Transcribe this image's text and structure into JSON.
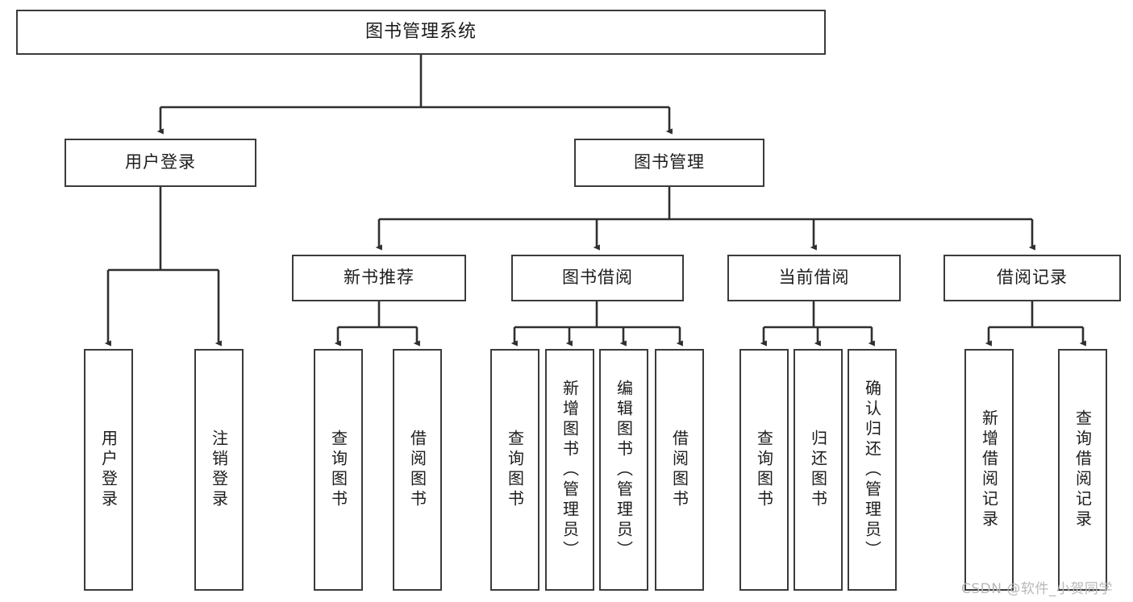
{
  "diagram": {
    "title": "图书管理系统",
    "type": "tree-hierarchy",
    "stroke_color": "#3b3b3b",
    "fill_color": "#ffffff",
    "background_color": "#ffffff",
    "watermark": "CSDN @软件_小贺同学"
  },
  "nodes": {
    "root": {
      "label": "图书管理系统"
    },
    "level2": [
      {
        "label": "用户登录"
      },
      {
        "label": "图书管理"
      }
    ],
    "level3": [
      {
        "label": "新书推荐"
      },
      {
        "label": "图书借阅"
      },
      {
        "label": "当前借阅"
      },
      {
        "label": "借阅记录"
      }
    ],
    "leaves": {
      "user_login": [
        {
          "label": "用户登录"
        },
        {
          "label": "注销登录"
        }
      ],
      "new_book_recommend": [
        {
          "label": "查询图书"
        },
        {
          "label": "借阅图书"
        }
      ],
      "book_borrow": [
        {
          "label": "查询图书"
        },
        {
          "label": "新增图书（管理员）"
        },
        {
          "label": "编辑图书（管理员）"
        },
        {
          "label": "借阅图书"
        }
      ],
      "current_borrow": [
        {
          "label": "查询图书"
        },
        {
          "label": "归还图书"
        },
        {
          "label": "确认归还（管理员）"
        }
      ],
      "borrow_record": [
        {
          "label": "新增借阅记录"
        },
        {
          "label": "查询借阅记录"
        }
      ]
    }
  }
}
